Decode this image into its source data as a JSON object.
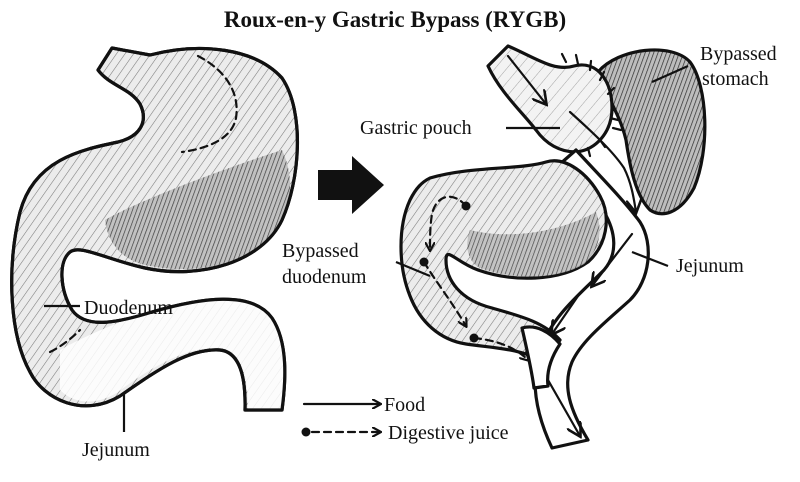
{
  "title": "Roux-en-y Gastric Bypass (RYGB)",
  "before": {
    "labels": {
      "duodenum": "Duodenum",
      "jejunum": "Jejunum"
    }
  },
  "after": {
    "labels": {
      "bypassed_stomach_line1": "Bypassed",
      "bypassed_stomach_line2": "stomach",
      "gastric_pouch": "Gastric pouch",
      "bypassed_duodenum_line1": "Bypassed",
      "bypassed_duodenum_line2": "duodenum",
      "jejunum": "Jejunum"
    }
  },
  "legend": {
    "food": "Food",
    "digestive_juice": "Digestive juice"
  },
  "colors": {
    "ink": "#111111",
    "shade_light": "#e4e4e4",
    "shade_dark": "#9a9a9a"
  },
  "icons": {
    "transition": "right-arrow-icon"
  }
}
